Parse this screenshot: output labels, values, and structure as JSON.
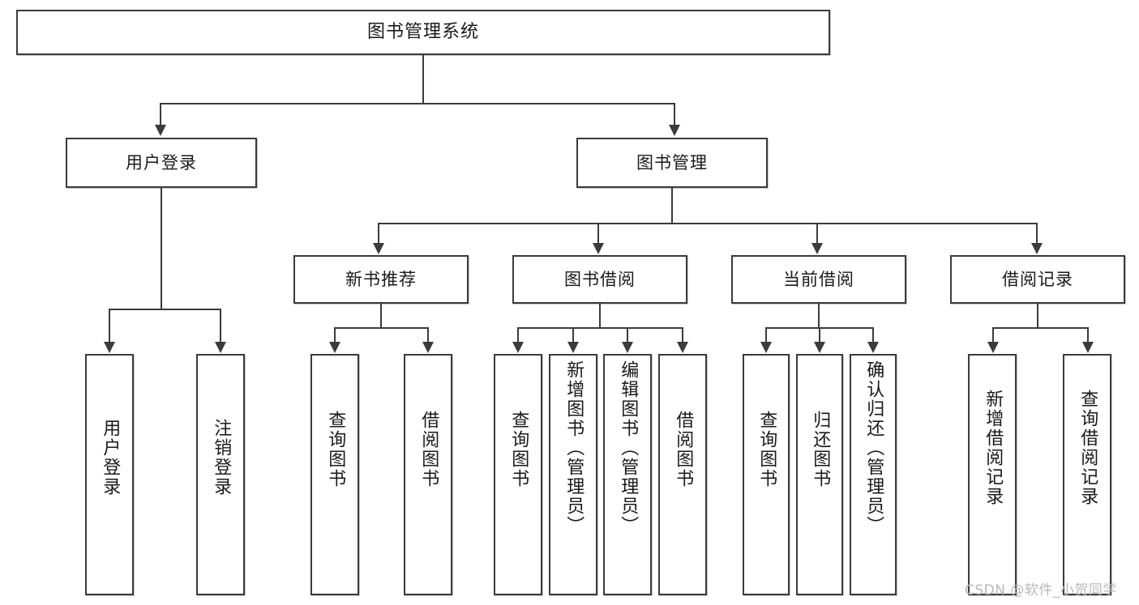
{
  "diagram": {
    "title": "图书管理系统",
    "watermark": "CSDN @软件_小贺同学",
    "level2": [
      {
        "id": "user-login",
        "label": "用户登录"
      },
      {
        "id": "book-management",
        "label": "图书管理"
      }
    ],
    "level3": [
      {
        "id": "new-book-recommend",
        "label": "新书推荐"
      },
      {
        "id": "book-borrow",
        "label": "图书借阅"
      },
      {
        "id": "current-borrow",
        "label": "当前借阅"
      },
      {
        "id": "borrow-record",
        "label": "借阅记录"
      }
    ],
    "leaves": {
      "user_login": [
        {
          "id": "leaf-user-login",
          "label": "用户登录"
        },
        {
          "id": "leaf-logout-login",
          "label": "注销登录"
        }
      ],
      "new_book_recommend": [
        {
          "id": "leaf-query-book-1",
          "label": "查询图书"
        },
        {
          "id": "leaf-borrow-book-1",
          "label": "借阅图书"
        }
      ],
      "book_borrow": [
        {
          "id": "leaf-query-book-2",
          "label": "查询图书"
        },
        {
          "id": "leaf-add-book",
          "label": "新增图书（管理员）"
        },
        {
          "id": "leaf-edit-book",
          "label": "编辑图书（管理员）"
        },
        {
          "id": "leaf-borrow-book-2",
          "label": "借阅图书"
        }
      ],
      "current_borrow": [
        {
          "id": "leaf-query-book-3",
          "label": "查询图书"
        },
        {
          "id": "leaf-return-book",
          "label": "归还图书"
        },
        {
          "id": "leaf-confirm-return",
          "label": "确认归还（管理员）"
        }
      ],
      "borrow_record": [
        {
          "id": "leaf-add-record",
          "label": "新增借阅记录"
        },
        {
          "id": "leaf-query-record",
          "label": "查询借阅记录"
        }
      ]
    },
    "colors": {
      "stroke": "#3b3b3b",
      "fill": "#ffffff",
      "text": "#1a1a1a",
      "watermark": "#b9b9b9"
    }
  }
}
